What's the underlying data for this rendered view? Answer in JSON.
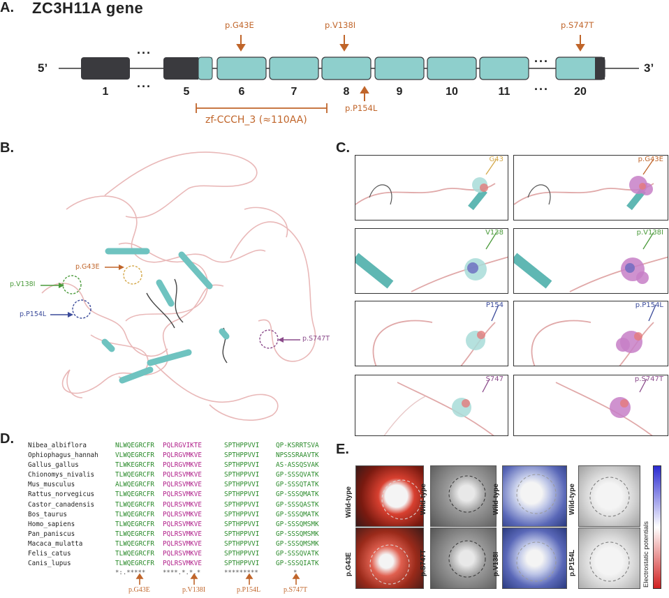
{
  "panelA": {
    "label": "A.",
    "title": "ZC3H11A gene",
    "five_prime": "5’",
    "three_prime": "3’",
    "ellipsis": "···",
    "exons": [
      "1",
      "5",
      "6",
      "7",
      "8",
      "9",
      "10",
      "11",
      "20"
    ],
    "variants_top": [
      "p.G43E",
      "p.V138I",
      "p.S747T"
    ],
    "variant_bottom": "p.P154L",
    "domain": "zf-CCCH_3 (≈110AA)"
  },
  "panelB": {
    "label": "B.",
    "variants": [
      "p.V138I",
      "p.G43E",
      "p.P154L",
      "p.S747T"
    ]
  },
  "panelC": {
    "label": "C.",
    "rows": [
      {
        "wt": "G43",
        "mut": "p.G43E"
      },
      {
        "wt": "V138",
        "mut": "p.V138I"
      },
      {
        "wt": "P154",
        "mut": "p.P154L"
      },
      {
        "wt": "S747",
        "mut": "p.S747T"
      }
    ]
  },
  "panelD": {
    "label": "D.",
    "species": [
      "Nibea_albiflora",
      "Ophiophagus_hannah",
      "Gallus_gallus",
      "Chionomys_nivalis",
      "Mus_musculus",
      "Rattus_norvegicus",
      "Castor_canadensis",
      "Bos_taurus",
      "Homo_sapiens",
      "Pan_paniscus",
      "Macaca_mulatta",
      "Felis_catus",
      "Canis_lupus"
    ],
    "block1": [
      "NLWQEGRCFR",
      "VLWQEGRCFR",
      "TLWKEGRCFR",
      "TLWQEGRCFR",
      "ALWQEGRCFR",
      "TLWQEGRCFR",
      "TLWQEGRCFR",
      "TLWQEGRCFR",
      "TLWQEGRCFR",
      "TLWQEGRCFR",
      "TLWQEGRCFR",
      "TLWQEGRCFR",
      "TLWQEGRCFR"
    ],
    "block2": [
      "PQLRGVIKTE",
      "PQLRGVMKVE",
      "PQLRGVMKVE",
      "PQLRSVMKVE",
      "PQLRSVMKVE",
      "PQLRSVMKVE",
      "PQLRSVMKVE",
      "PQLRSVMKVE",
      "PQLRSVMKVE",
      "PQLRSVMKVE",
      "PQLRSVMKVE",
      "PQLRSVMKVE",
      "PQLRSVMKVE"
    ],
    "block3": [
      "SPTHPPVVI",
      "SPTHPPVVI",
      "SPTHPPVVI",
      "SPTHPPVVI",
      "SPTHPPVVI",
      "SPTHPPVVI",
      "SPTHPPVVI",
      "SPTHPPVVI",
      "SPTHPPVVI",
      "SPTHPPVVI",
      "SPTHPPVVI",
      "SPTHPPVVI",
      "SPTHPPVVI"
    ],
    "block4": [
      "QP-KSRRTSVA",
      "NPSSSRAAVTK",
      "AS-ASSQSVAK",
      "GP-SSSQVATK",
      "GP-SSSQTATK",
      "GP-SSSQMATK",
      "GP-SSSQASTK",
      "GP-SSSQMATK",
      "GP-SSSQMSMK",
      "GP-SSSQMSMK",
      "GP-SSSQMSMK",
      "GP-SSSQVATK",
      "GP-SSSQIATK"
    ],
    "conservation": [
      "*:.*****",
      "****.*.*.*",
      "*********",
      "*"
    ],
    "variants": [
      "p.G43E",
      "p.V138I",
      "p.P154L",
      "p.S747T"
    ]
  },
  "panelE": {
    "label": "E.",
    "wild_type": "Wild-type",
    "mutants": [
      "p.G43E",
      "p.S747T",
      "p.V138I",
      "p.P154L"
    ],
    "colorbar_label": "Electrostatic potentials"
  },
  "colors": {
    "exon_teal": "#8ecfcc",
    "exon_dark": "#3a3a3e",
    "annotation_orange": "#c0652a",
    "v138_green": "#4a9a3a",
    "p154_blue": "#3a4a9a",
    "s747_purple": "#8a4a8a"
  }
}
